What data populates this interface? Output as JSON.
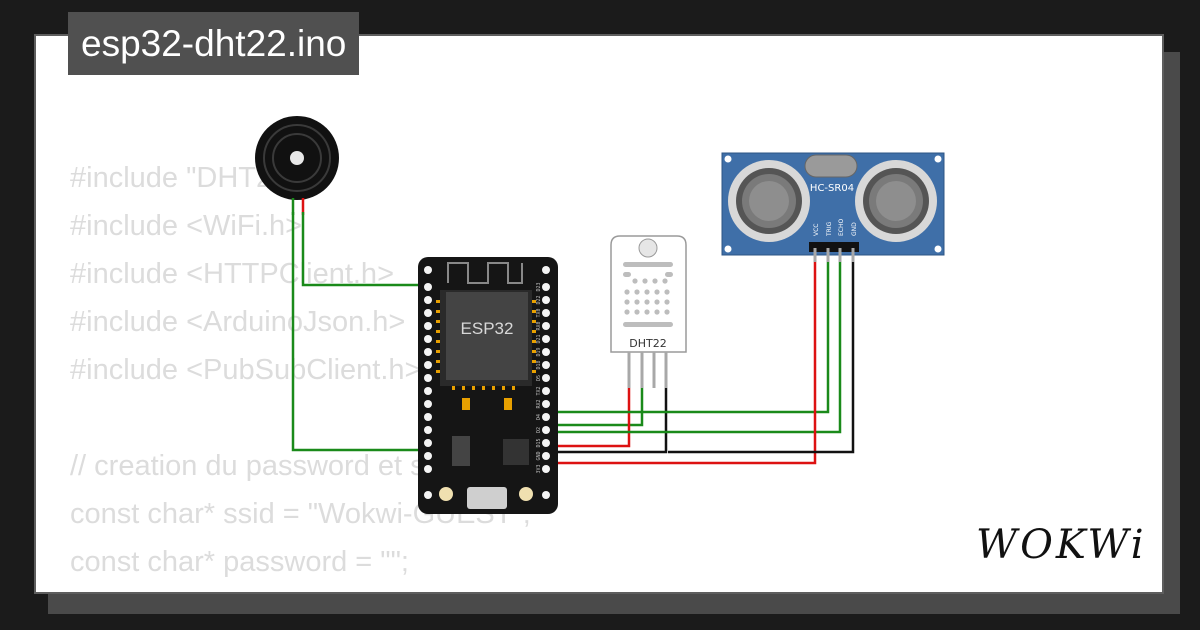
{
  "title": "esp32-dht22.ino",
  "code_lines": [
    "#include \"DHT22.h\"",
    "#include <WiFi.h>",
    "#include <HTTPClient.h>",
    "#include <ArduinoJson.h>",
    "#include <PubSubClient.h>",
    "",
    "// creation du password et ssid du wifi",
    "const char* ssid = \"Wokwi-GUEST\";",
    "const char* password = \"\";"
  ],
  "components": {
    "esp32": {
      "label": "ESP32"
    },
    "dht22": {
      "label": "DHT22"
    },
    "ultrasonic": {
      "label": "HC-SR04",
      "pins": [
        "VCC",
        "TRIG",
        "ECHO",
        "GND"
      ]
    },
    "buzzer": {
      "label": ""
    }
  },
  "esp32_pin_labels": [
    "D23",
    "D22",
    "TX0",
    "RX0",
    "D21",
    "D19",
    "D18",
    "D5",
    "TX2",
    "RX2",
    "D4",
    "D2",
    "D15",
    "GND",
    "3V3"
  ],
  "logo": "WOKWi",
  "colors": {
    "wire_green": "#1a8a1a",
    "wire_red": "#dd1111",
    "wire_black": "#111111",
    "sensor_board": "#3f6fa8"
  }
}
